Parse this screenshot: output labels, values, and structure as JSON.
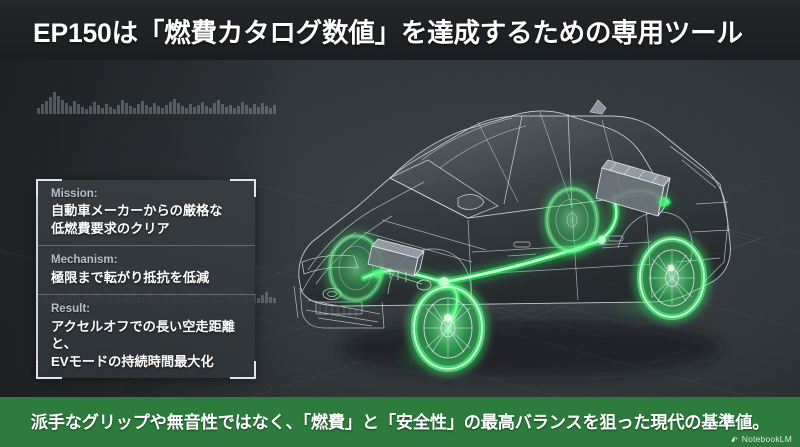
{
  "header": {
    "title": "EP150は「燃費カタログ数値」を達成するための専用ツール"
  },
  "info_panel": {
    "rows": [
      {
        "label": "Mission:",
        "lines": [
          "自動車メーカーからの厳格な",
          "低燃費要求のクリア"
        ]
      },
      {
        "label": "Mechanism:",
        "lines": [
          "極限まで転がり抵抗を低減"
        ]
      },
      {
        "label": "Result:",
        "lines": [
          "アクセルオフでの長い空走距離と、",
          "EVモードの持続時間最大化"
        ]
      }
    ]
  },
  "illustration": {
    "name": "car-xray-cutaway",
    "description": "ハッチバック車のワイヤーフレーム透視図（緑色に発光するタイヤと駆動経路）",
    "highlight_color": "#39ff6e",
    "body_color": "#d7dde2"
  },
  "caption": {
    "text": "派手なグリップや無音性ではなく、「燃費」と「安全性」の最高バランスを狙った現代の基準値。",
    "background_color": "#2d7c3e"
  },
  "badge": {
    "label": "NotebookLM"
  },
  "decor": {
    "eq_top_heights": [
      6,
      10,
      13,
      17,
      22,
      18,
      14,
      11,
      8,
      13,
      10,
      7,
      5,
      8,
      12,
      9,
      6,
      10,
      7,
      5,
      9,
      14,
      11,
      8,
      6,
      10,
      13,
      9,
      7,
      11,
      8,
      6,
      9,
      12,
      15,
      11,
      8,
      6,
      10,
      7,
      9,
      12,
      8,
      6,
      11,
      14,
      10,
      7,
      9,
      6,
      8,
      12,
      9,
      6,
      10,
      7,
      11,
      8,
      6,
      9
    ],
    "eq_bottom_heights": [
      5,
      8,
      11,
      8,
      6,
      9,
      7,
      5,
      8,
      11,
      7,
      5,
      9,
      6,
      8,
      11,
      6,
      5,
      8,
      10,
      7,
      5,
      9,
      6,
      11,
      8,
      5,
      7,
      10,
      6,
      8,
      5,
      9,
      11,
      7,
      5,
      8,
      6,
      10,
      7,
      5,
      9,
      6,
      8,
      11,
      7,
      5,
      9,
      6,
      8,
      5,
      10,
      7,
      6,
      9,
      5,
      8,
      11,
      6,
      5
    ]
  }
}
